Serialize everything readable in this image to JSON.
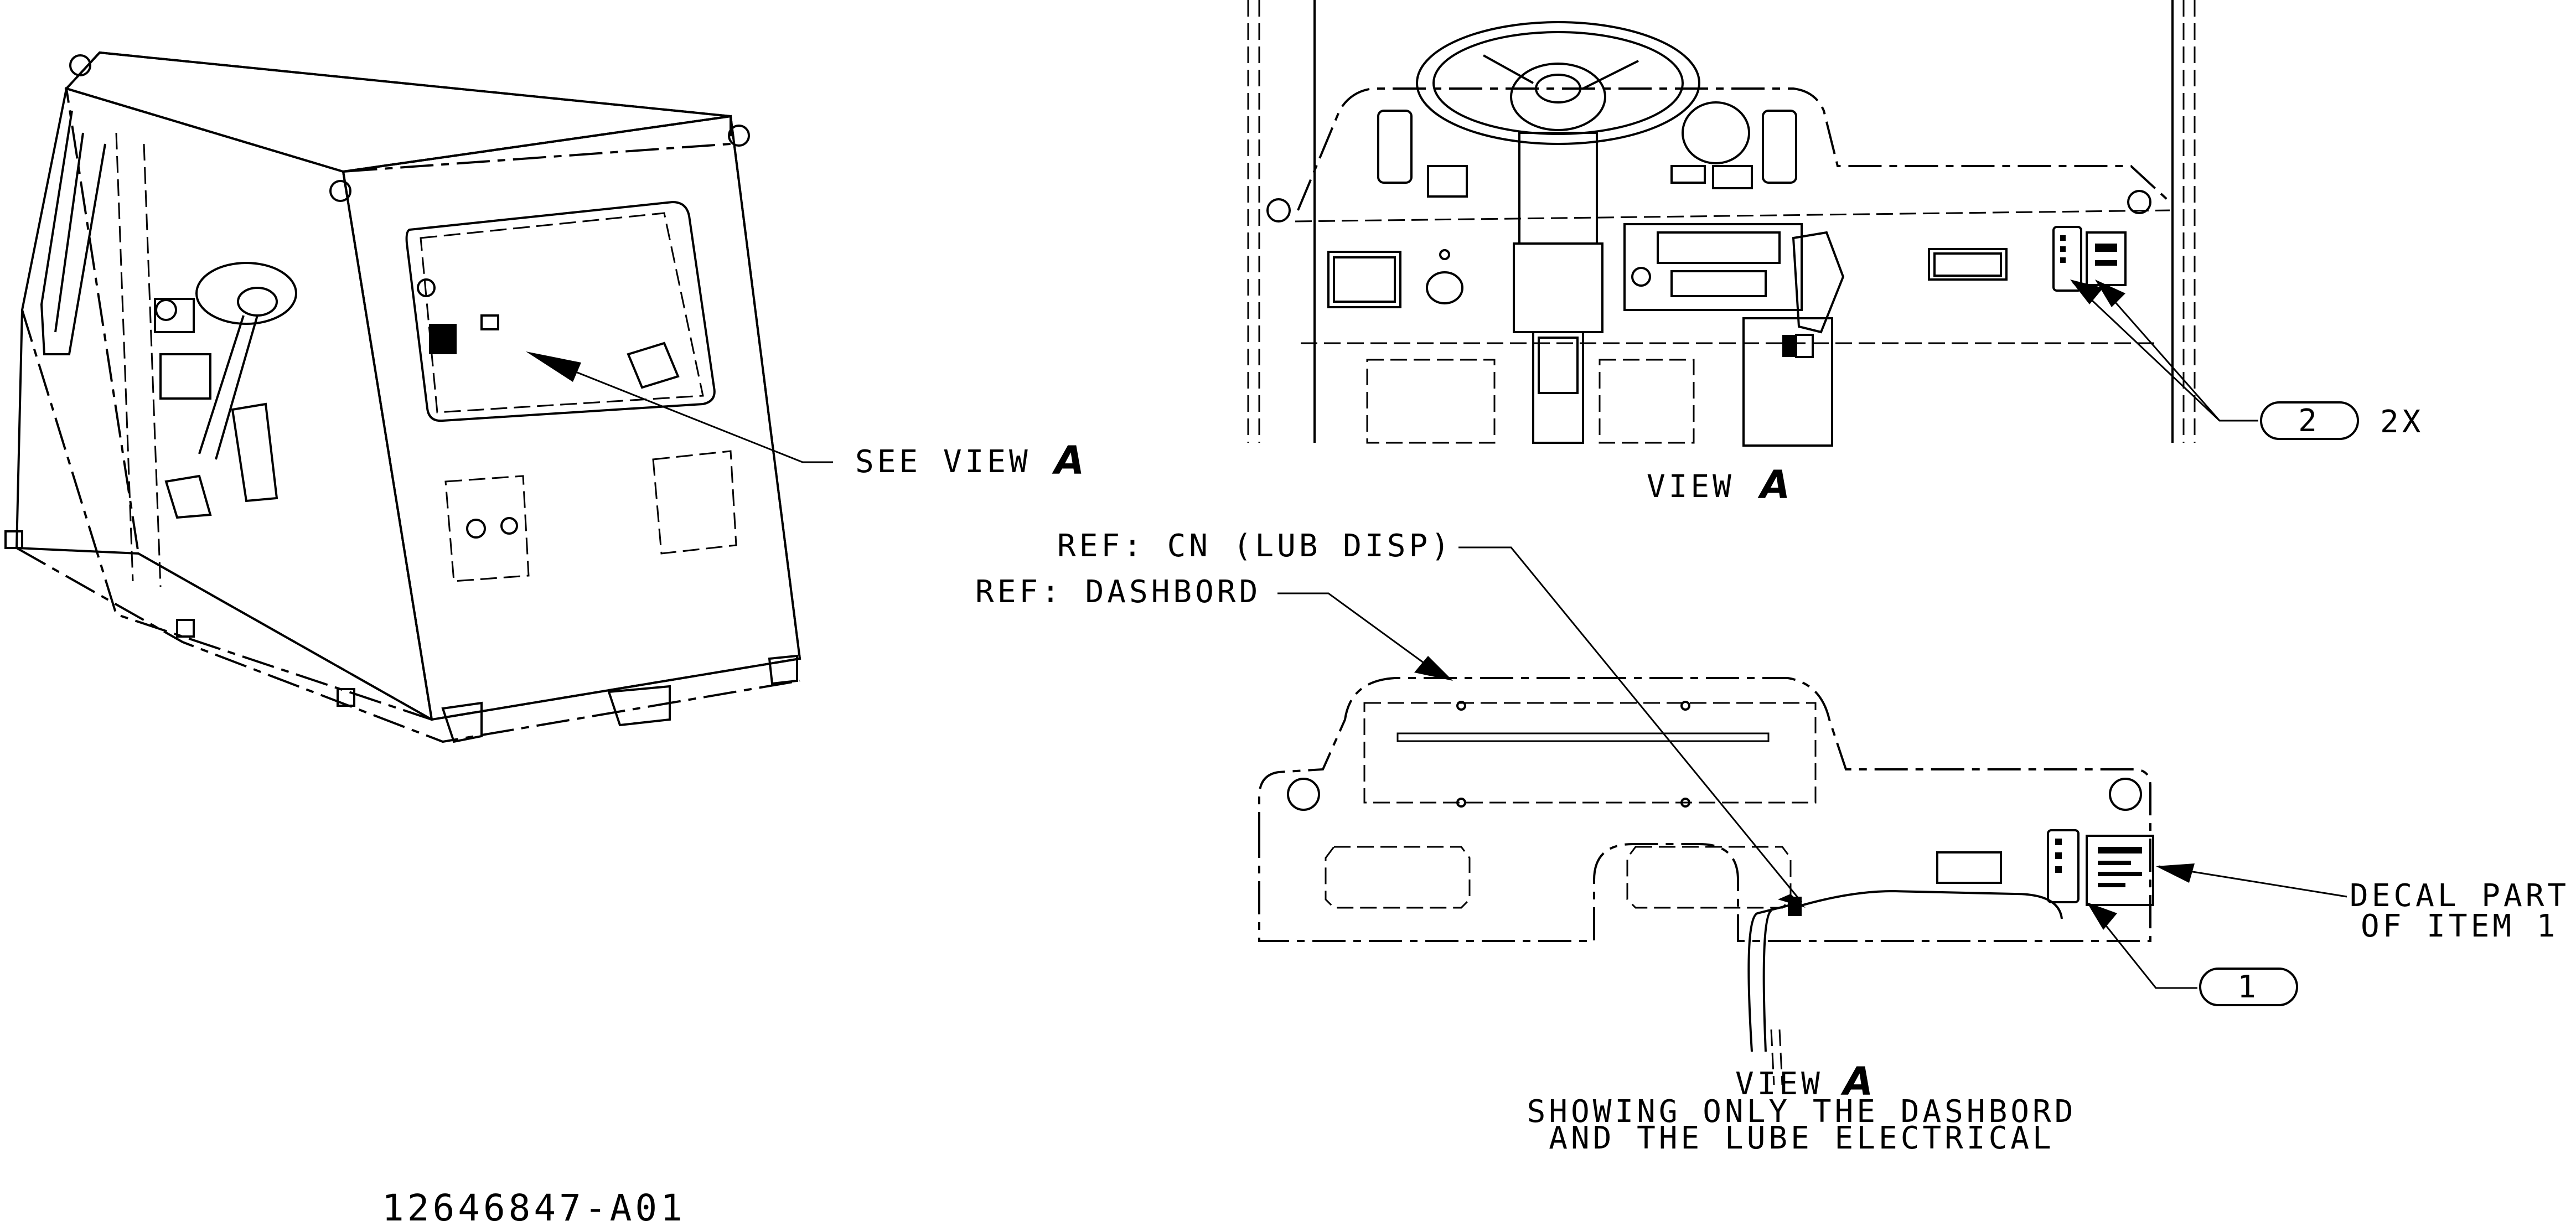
{
  "labels": {
    "see_view": "SEE VIEW",
    "view_letter": "A",
    "view_a_top": "VIEW",
    "ref_cn": "REF: CN (LUB DISP)",
    "ref_dash": "REF: DASHBORD",
    "view_a_bottom": "VIEW",
    "caption_line1": "SHOWING ONLY THE DASHBORD",
    "caption_line2": "AND THE LUBE ELECTRICAL",
    "decal_line1": "DECAL PART",
    "decal_line2": "OF ITEM 1",
    "drawing_number": "12646847-A01"
  },
  "callouts": {
    "item2_number": "2",
    "item2_qty": "2X",
    "item1_number": "1"
  }
}
